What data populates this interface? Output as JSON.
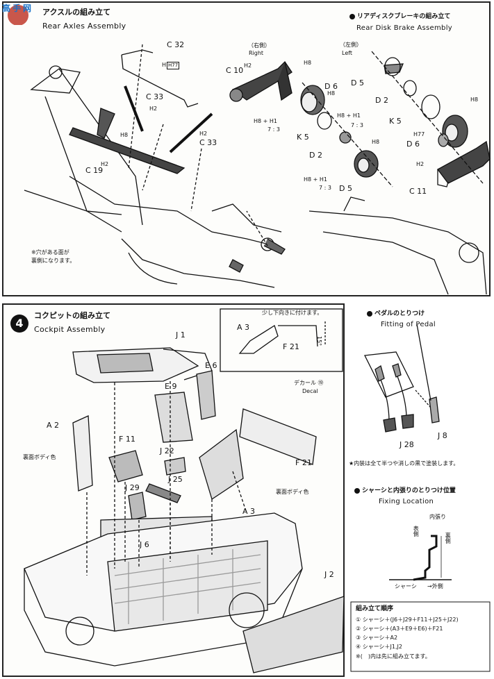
{
  "watermark": {
    "text": "高手网"
  },
  "rear_axles": {
    "title_jp": "アクスルの組み立て",
    "title_en": "Rear Axles Assembly",
    "parts": {
      "c32": "C 32",
      "c33a": "C 33",
      "c33b": "C 33",
      "c19": "C 19",
      "h77": "H77",
      "h2a": "H2",
      "h8": "H8",
      "h2b": "H2",
      "h2c": "H2"
    },
    "note": [
      "※穴がある面が",
      "裏側になります。"
    ]
  },
  "rear_brake": {
    "title_jp": "リアディスクブレーキの組み立て",
    "title_en": "Rear Disk Brake Assembly",
    "right_jp": "（右側）",
    "right_en": "Right",
    "left_jp": "（左側）",
    "left_en": "Left",
    "parts": {
      "c10": "C 10",
      "d6a": "D 6",
      "k5a": "K 5",
      "d2a": "D 2",
      "d5a": "D 5",
      "d5b": "D 5",
      "d2b": "D 2",
      "k5b": "K 5",
      "d6b": "D 6",
      "c11": "C 11",
      "h2a": "H2",
      "h8a": "H8",
      "h8b": "H8",
      "h8c": "H8",
      "h8d": "H8",
      "h77": "H77",
      "h2b": "H2",
      "combo": "H8 + H1",
      "ratio": "7 : 3"
    }
  },
  "cockpit": {
    "step": "4",
    "title_jp": "コクピットの組み立て",
    "title_en": "Cockpit Assembly",
    "inset_note": "少し下向きに付けます。",
    "inset_angle": "15°",
    "parts": {
      "j1": "J 1",
      "e6": "E 6",
      "e9": "E 9",
      "a2": "A 2",
      "f11": "F 11",
      "j22": "J 22",
      "j25": "J 25",
      "j29": "J 29",
      "j6": "J 6",
      "a3": "A 3",
      "f21": "F 21",
      "a3_inset": "A 3",
      "f21_inset": "F 21",
      "j2": "J 2"
    },
    "decal_jp": "デカール ⑲",
    "decal_en": "Decal",
    "body_color_1": "裏面ボディ色",
    "body_color_2": "裏面ボディ色"
  },
  "pedal": {
    "title_jp": "ペダルのとりつけ",
    "title_en": "Fitting of Pedal",
    "parts": {
      "j28": "J 28",
      "j8": "J 8"
    }
  },
  "interior_note": "★内装は全て半つや消しの黒で塗装します。",
  "fixing": {
    "title_jp": "シャーシと内張りのとりつけ位置",
    "title_en": "Fixing Location",
    "inner": "内張り",
    "front_side": "表側",
    "back_side": "裏側",
    "chassis": "シャーシ",
    "outside": "→外側"
  },
  "assembly_order": {
    "title": "組み立て順序",
    "items": [
      "① シャーシ＋(J6＋J29＋F11＋J25＋J22)",
      "② シャーシ＋(A3＋E9＋E6)＋F21",
      "③ シャーシ＋A2",
      "④ シャーシ＋J1,J2",
      "※(　)内は先に組み立てます。"
    ]
  }
}
